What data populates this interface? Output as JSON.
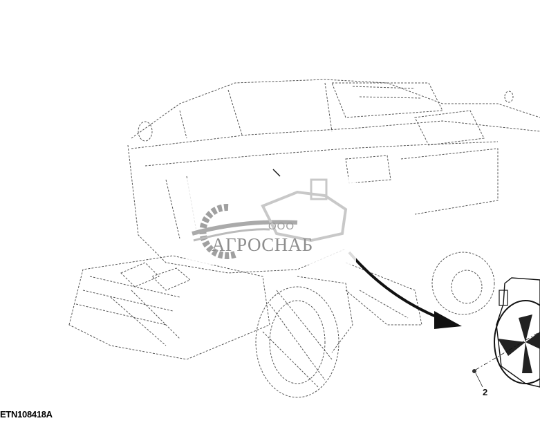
{
  "figure": {
    "id_label": "ETN108418A",
    "callouts": [
      "2"
    ]
  },
  "watermark": {
    "prefix": "ООО",
    "name": "АГРОСНАБ",
    "color": "#8e8e8e"
  },
  "colors": {
    "line": "#555555",
    "arrow": "#111111"
  }
}
